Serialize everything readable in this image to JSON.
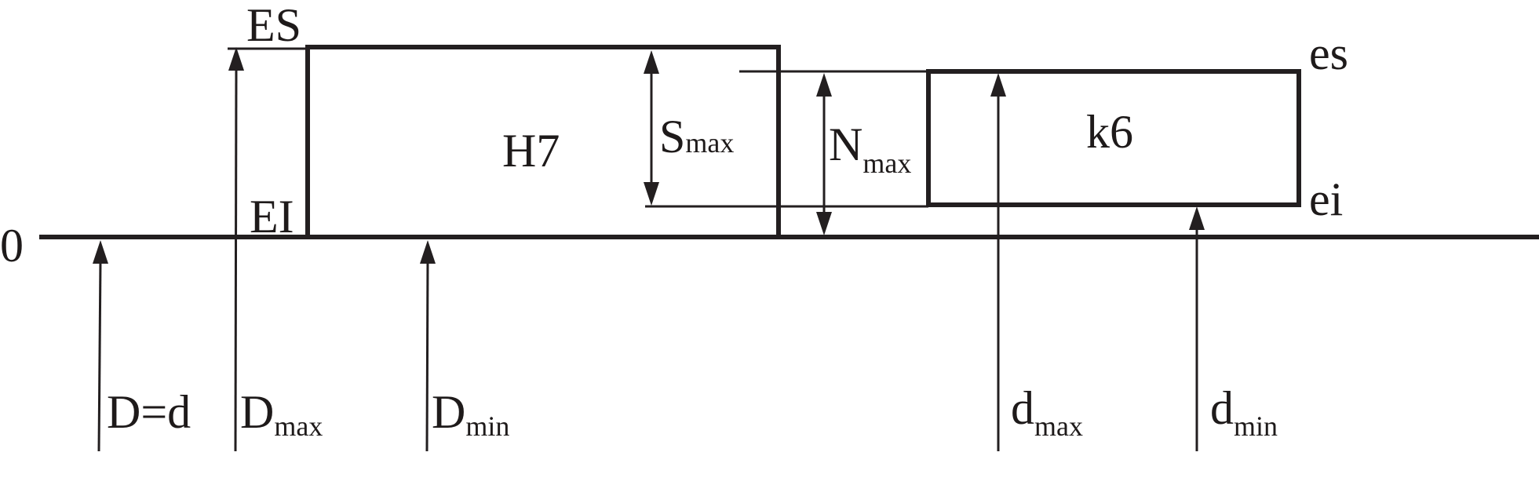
{
  "labels": {
    "zero": "0",
    "es_upper": "ES",
    "ei_upper": "EI",
    "hole_field": "H7",
    "shaft_field": "k6",
    "es_lower": "es",
    "ei_lower": "ei",
    "s_max_main": "S",
    "s_max_sub": "max",
    "n_max_main": "N",
    "n_max_sub": "max",
    "nominal": "D=d",
    "d_max_upper_main": "D",
    "d_max_upper_sub": "max",
    "d_min_upper_main": "D",
    "d_min_upper_sub": "min",
    "d_max_lower_main": "d",
    "d_max_lower_sub": "max",
    "d_min_lower_main": "d",
    "d_min_lower_sub": "min"
  },
  "colors": {
    "line": "#231f20",
    "text": "#1e1a1a",
    "background": "#ffffff"
  }
}
